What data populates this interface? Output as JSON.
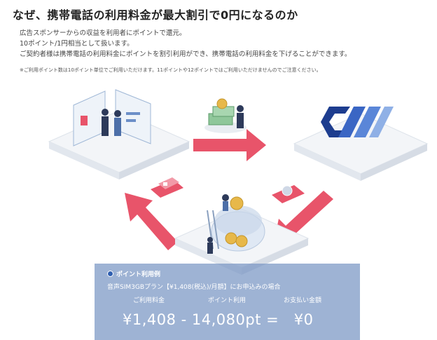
{
  "title": "なぜ、携帯電話の利用料金が最大割引で0円になるのか",
  "description": [
    "広告スポンサーからの収益を利用者にポイントで還元。",
    "10ポイント/1円相当として扱います。",
    "ご契約者様は携帯電話の利用料金にポイントを割引利用ができ、携帯電話の利用料金を下げることができます。"
  ],
  "note": "※ご利用ポイント数は10ポイント単位でご利用いただけます。11ポイントや12ポイントではご利用いただけませんのでご注意ください。",
  "colors": {
    "arrow": "#e8546a",
    "panel": "#7896c3",
    "logo": "#1d3d8f",
    "logo_light": "#3a66c4"
  },
  "example": {
    "heading": "ポイント利用例",
    "heading_icon": "circle-badge-icon",
    "plan": "音声SIM3GBプラン【¥1,408(税込)/月額】にお申込みの場合",
    "labels": {
      "fee": "ご利用料金",
      "points": "ポイント利用",
      "payment": "お支払い金額"
    },
    "formula": "¥1,408 - 14,080pt =　¥0"
  }
}
